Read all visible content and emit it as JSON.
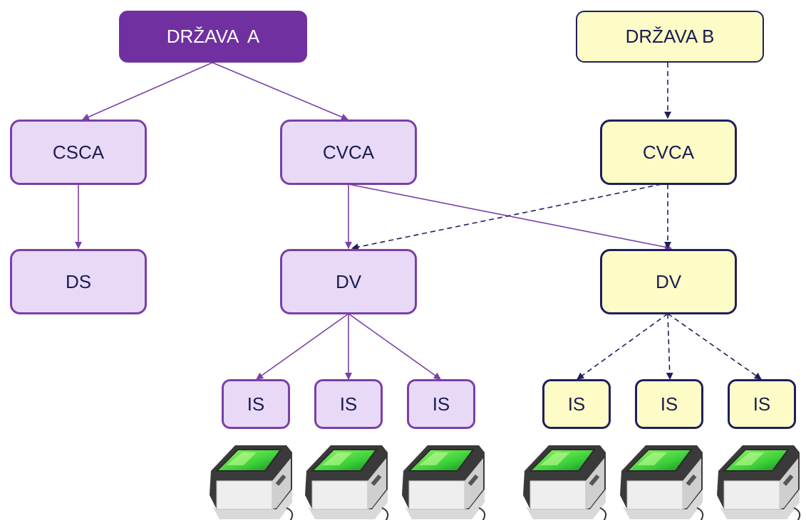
{
  "nodes": {
    "drzava_a": "DRŽAVA  A",
    "drzava_b": "DRŽAVA B",
    "csca": "CSCA",
    "cvca_a": "CVCA",
    "cvca_b": "CVCA",
    "ds": "DS",
    "dv_a": "DV",
    "dv_b": "DV",
    "is_a": [
      "IS",
      "IS",
      "IS"
    ],
    "is_b": [
      "IS",
      "IS",
      "IS"
    ]
  },
  "colors": {
    "state_a_accent": "#7030a0",
    "state_a_fill": "#e8d9f7",
    "state_b_fill": "#fdfbc6",
    "state_b_stroke": "#1f1f5c"
  },
  "icons": [
    "fingerprint-scanner-icon"
  ]
}
